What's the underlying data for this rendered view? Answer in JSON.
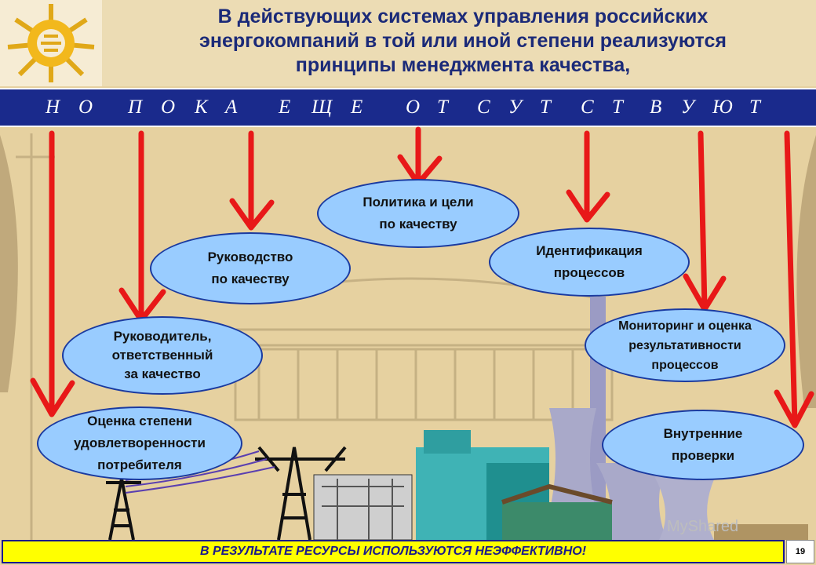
{
  "title": {
    "line1": "В действующих  системах управления российских",
    "line2": "энергокомпаний в той или иной степени реализуются",
    "line3": "принципы менеджмента качества,"
  },
  "banner": {
    "letters": [
      "Н",
      "О",
      "П",
      "О",
      "К",
      "А",
      "Е",
      "Щ",
      "Е",
      "О",
      "Т",
      "С",
      "У",
      "Т",
      "С",
      "Т",
      "В",
      "У",
      "Ю",
      "Т"
    ]
  },
  "ellipses": {
    "policy": "Политика и цели\nпо качеству",
    "identification": "Идентификация\nпроцессов",
    "leadership": "Руководство\nпо качеству",
    "manager": "Руководитель,\nответственный\nза качество",
    "monitoring": "Мониторинг и оценка\nрезультативности\nпроцессов",
    "satisfaction": "Оценка степени\nудовлетворенности\nпотребителя",
    "audits": "Внутренние\nпроверки"
  },
  "footer": {
    "conclusion": "В РЕЗУЛЬТАТЕ РЕСУРСЫ ИСПОЛЬЗУЮТСЯ НЕЭФФЕКТИВНО!",
    "page_number": "19"
  },
  "watermark": "MyShared",
  "colors": {
    "banner": "#1a2a8c",
    "title": "#1b2a78",
    "ellipse_fill": "#99ccff",
    "arrow": "#e81818",
    "footer_fill": "#ffff00"
  }
}
